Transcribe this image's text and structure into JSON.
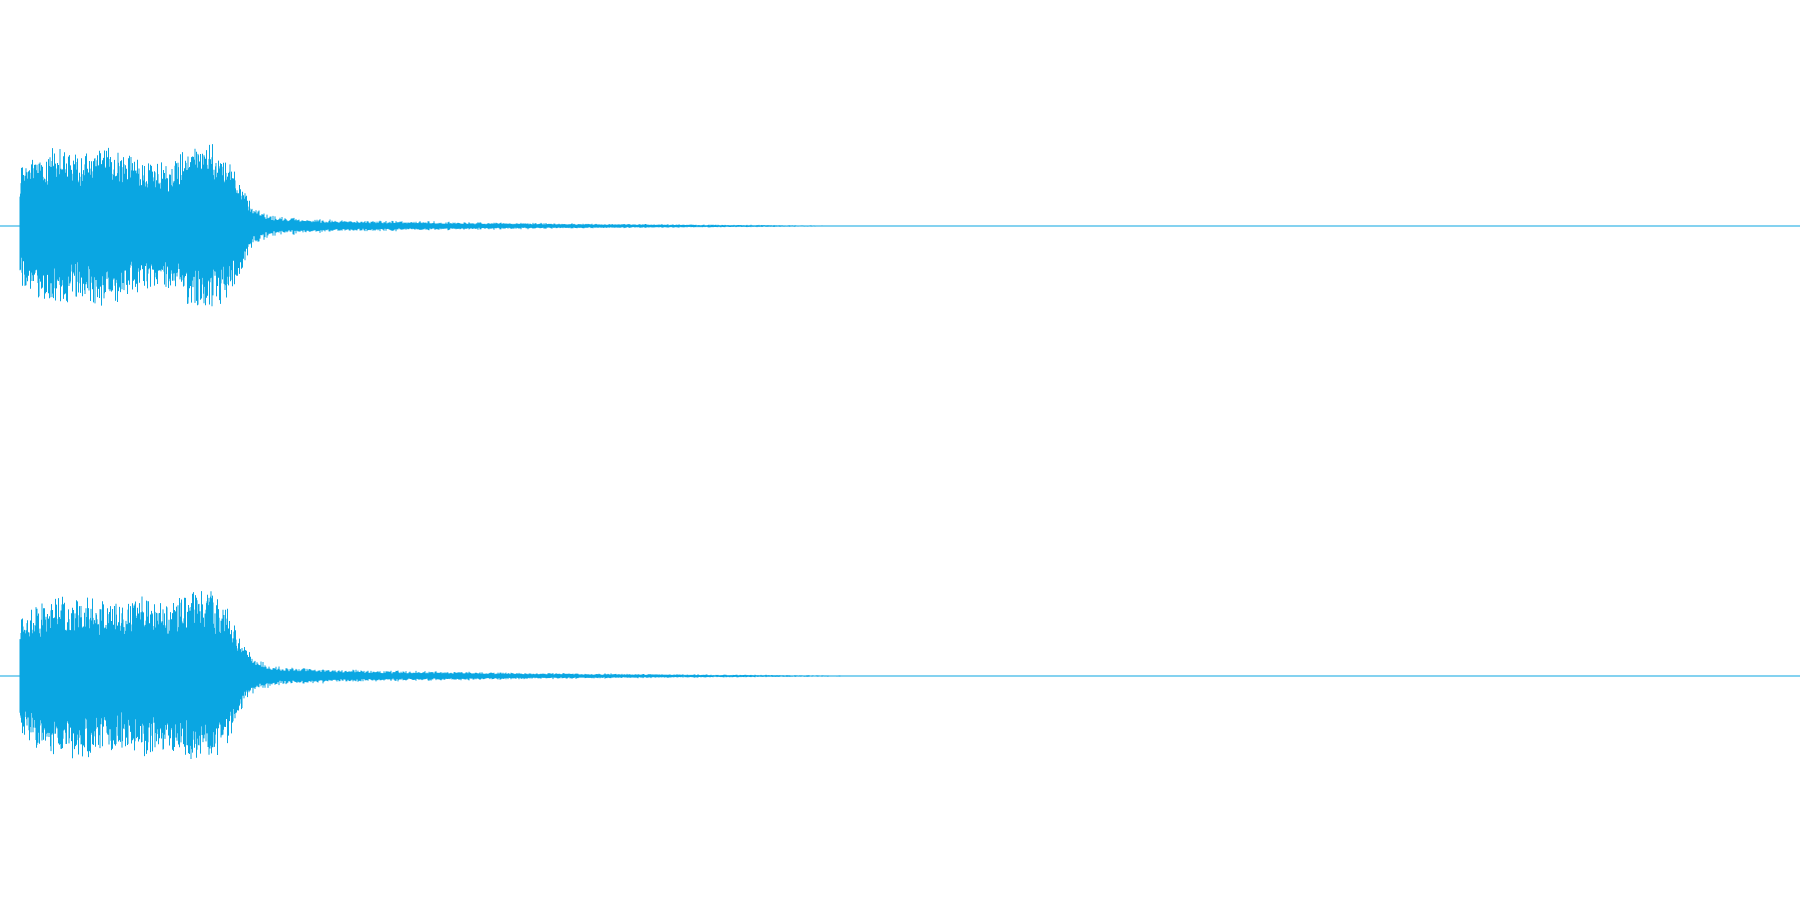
{
  "waveform": {
    "color": "#0aa6e2",
    "channels": [
      {
        "name": "",
        "envelope": [
          {
            "t": 0.0,
            "a": 0.52
          },
          {
            "t": 0.01,
            "a": 0.66
          },
          {
            "t": 0.022,
            "a": 0.72
          },
          {
            "t": 0.034,
            "a": 0.62
          },
          {
            "t": 0.046,
            "a": 0.74
          },
          {
            "t": 0.058,
            "a": 0.66
          },
          {
            "t": 0.07,
            "a": 0.56
          },
          {
            "t": 0.082,
            "a": 0.6
          },
          {
            "t": 0.094,
            "a": 0.7
          },
          {
            "t": 0.106,
            "a": 0.76
          },
          {
            "t": 0.116,
            "a": 0.66
          },
          {
            "t": 0.124,
            "a": 0.4
          },
          {
            "t": 0.13,
            "a": 0.2
          },
          {
            "t": 0.14,
            "a": 0.1
          },
          {
            "t": 0.17,
            "a": 0.06
          },
          {
            "t": 0.22,
            "a": 0.045
          },
          {
            "t": 0.28,
            "a": 0.03
          },
          {
            "t": 0.34,
            "a": 0.02
          },
          {
            "t": 0.4,
            "a": 0.012
          },
          {
            "t": 0.45,
            "a": 0.006
          },
          {
            "t": 0.47,
            "a": 0.0
          },
          {
            "t": 1.0,
            "a": 0.0
          }
        ]
      },
      {
        "name": "",
        "envelope": [
          {
            "t": 0.0,
            "a": 0.5
          },
          {
            "t": 0.01,
            "a": 0.66
          },
          {
            "t": 0.022,
            "a": 0.72
          },
          {
            "t": 0.034,
            "a": 0.76
          },
          {
            "t": 0.046,
            "a": 0.68
          },
          {
            "t": 0.058,
            "a": 0.64
          },
          {
            "t": 0.07,
            "a": 0.72
          },
          {
            "t": 0.082,
            "a": 0.66
          },
          {
            "t": 0.094,
            "a": 0.74
          },
          {
            "t": 0.106,
            "a": 0.78
          },
          {
            "t": 0.116,
            "a": 0.62
          },
          {
            "t": 0.124,
            "a": 0.3
          },
          {
            "t": 0.132,
            "a": 0.16
          },
          {
            "t": 0.145,
            "a": 0.09
          },
          {
            "t": 0.18,
            "a": 0.06
          },
          {
            "t": 0.23,
            "a": 0.045
          },
          {
            "t": 0.29,
            "a": 0.03
          },
          {
            "t": 0.35,
            "a": 0.02
          },
          {
            "t": 0.41,
            "a": 0.012
          },
          {
            "t": 0.46,
            "a": 0.006
          },
          {
            "t": 0.48,
            "a": 0.0
          },
          {
            "t": 1.0,
            "a": 0.0
          }
        ]
      }
    ]
  }
}
